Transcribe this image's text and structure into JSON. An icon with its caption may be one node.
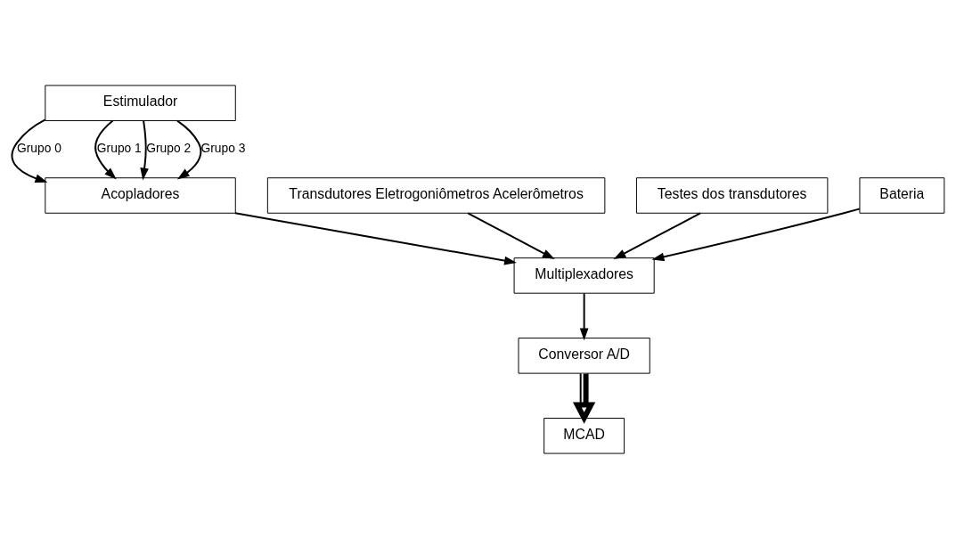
{
  "diagram": {
    "nodes": [
      {
        "text": [
          "MCAD"
        ]
      },
      {
        "text": [
          "Estimulador"
        ]
      },
      {
        "text": [
          "Conversor A/D"
        ]
      },
      {
        "text": [
          "Acopladores"
        ]
      },
      {
        "text": [
          "Transdutores Eletrogoniômetros Acelerômetros"
        ]
      },
      {
        "text": [
          "Testes dos transdutores"
        ]
      },
      {
        "text": [
          "Bateria"
        ]
      },
      {
        "text": [
          "Multiplexadores"
        ]
      }
    ],
    "edges": [
      {
        "from": 1,
        "to": 3,
        "arrow": "to",
        "label": "Grupo 0"
      },
      {
        "from": 1,
        "to": 3,
        "arrow": "to",
        "label": "Grupo 1"
      },
      {
        "from": 1,
        "to": 3,
        "arrow": "to",
        "label": "Grupo 2"
      },
      {
        "from": 1,
        "to": 3,
        "arrow": "to",
        "label": "Grupo 3"
      },
      {
        "from": 3,
        "to": 7,
        "arrow": "to"
      },
      {
        "from": 5,
        "to": 7,
        "arrow": "to"
      },
      {
        "from": 4,
        "to": 7,
        "arrow": "to"
      },
      {
        "from": 6,
        "to": 7,
        "arrow": "to"
      },
      {
        "from": 7,
        "to": 2,
        "arrow": "to"
      },
      {
        "from": 2,
        "to": 0,
        "arrow": "to",
        "style": "thick"
      }
    ]
  }
}
